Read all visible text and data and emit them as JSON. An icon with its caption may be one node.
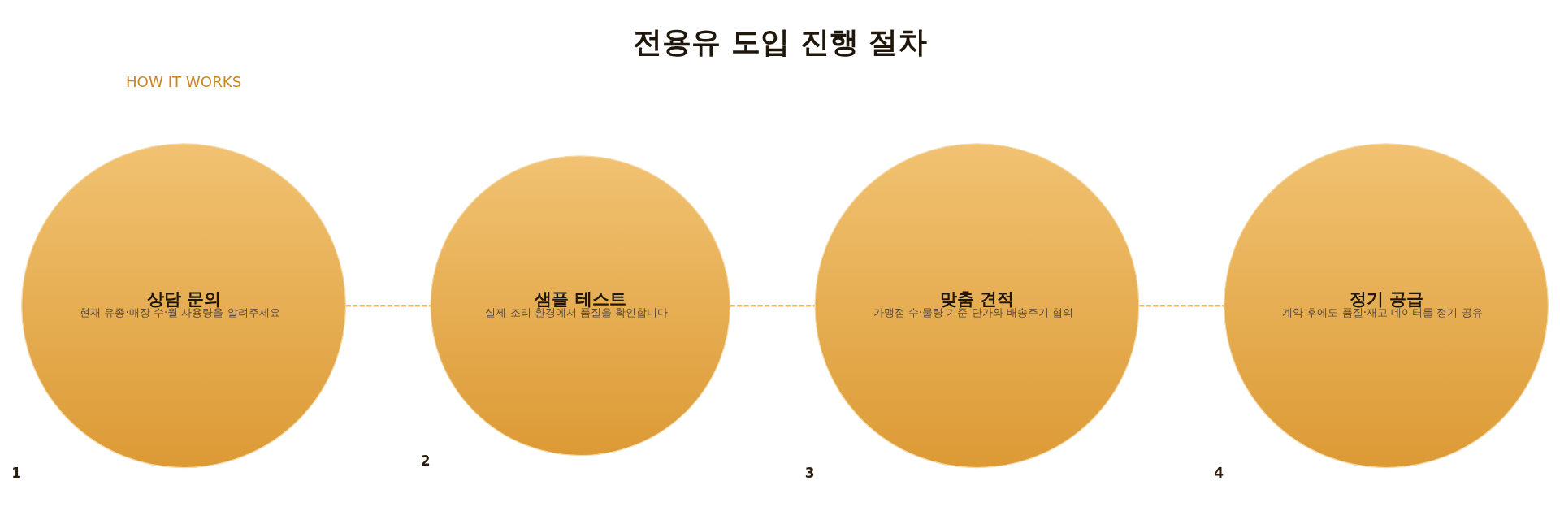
{
  "diagram": {
    "title": "전용유 도입 진행 절차",
    "nodes": [
      {
        "text": [
          "상담 문의",
          "현재 유종·매장 수·월 사용량을 알려주세요"
        ],
        "beside": [
          "1"
        ]
      },
      {
        "text": [
          "샘플 테스트",
          "실제 조리 환경에서 품질을 확인합니다"
        ],
        "beside": [
          "2"
        ]
      },
      {
        "text": [
          "맞춤 견적",
          "가맹점 수·물량 기준 단가와 배송주기 협의"
        ],
        "beside": [
          "3"
        ]
      },
      {
        "text": [
          "정기 공급",
          "계약 후에도 품질·재고 데이터를 정기 공유"
        ],
        "beside": [
          "4"
        ]
      }
    ],
    "edges": [
      {
        "from": 0,
        "to": 1,
        "arrow": "none",
        "style": "dashed"
      },
      {
        "from": 1,
        "to": 2,
        "arrow": "none",
        "style": "dashed"
      },
      {
        "from": 2,
        "to": 3,
        "arrow": "none",
        "style": "dashed"
      }
    ],
    "labels": [
      "HOW IT WORKS"
    ]
  }
}
